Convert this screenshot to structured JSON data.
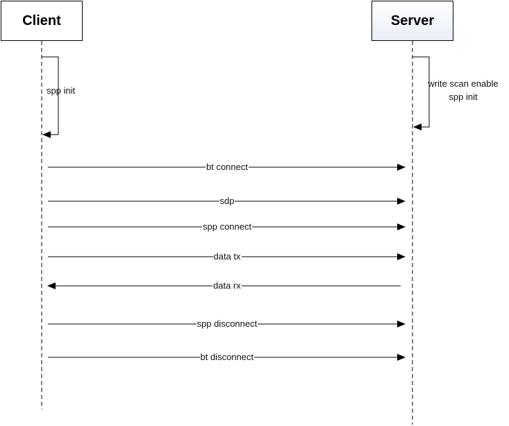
{
  "actors": {
    "client": "Client",
    "server": "Server"
  },
  "self_calls": {
    "client": [
      "spp init"
    ],
    "server": [
      "write scan enable",
      "spp init"
    ]
  },
  "messages": [
    {
      "label": "bt connect",
      "direction": "client-to-server"
    },
    {
      "label": "sdp",
      "direction": "client-to-server"
    },
    {
      "label": "spp connect",
      "direction": "client-to-server"
    },
    {
      "label": "data tx",
      "direction": "client-to-server"
    },
    {
      "label": "data rx",
      "direction": "server-to-client"
    },
    {
      "label": "spp disconnect",
      "direction": "client-to-server"
    },
    {
      "label": "bt disconnect",
      "direction": "client-to-server"
    }
  ],
  "colors": {
    "line": "#000000",
    "server_box_gradient_end": "#e9eef7"
  }
}
